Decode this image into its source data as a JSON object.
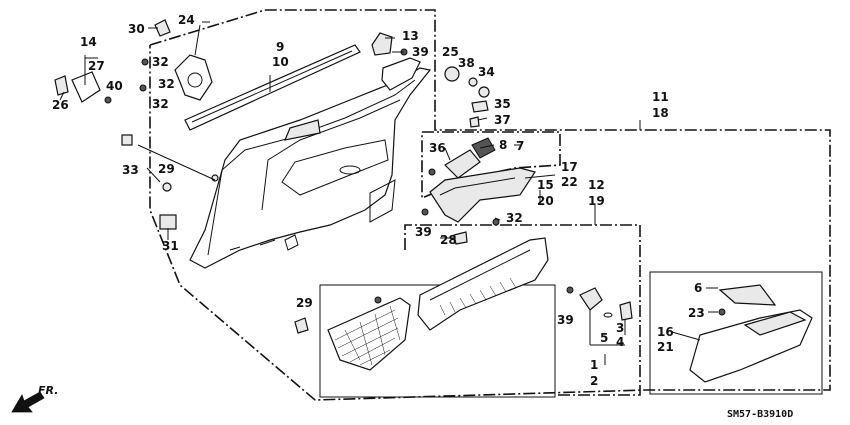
{
  "diagram": {
    "part_numbers": [
      "1",
      "2",
      "3",
      "4",
      "5",
      "6",
      "7",
      "8",
      "9",
      "10",
      "11",
      "12",
      "13",
      "14",
      "15",
      "16",
      "17",
      "18",
      "19",
      "20",
      "21",
      "22",
      "23",
      "24",
      "25",
      "26",
      "27",
      "28",
      "29",
      "29",
      "30",
      "31",
      "32",
      "32",
      "32",
      "32",
      "33",
      "34",
      "35",
      "36",
      "37",
      "38",
      "39",
      "39",
      "39",
      "39",
      "40"
    ],
    "diagram_code": "SM57-B3910D",
    "direction_label": "FR."
  }
}
